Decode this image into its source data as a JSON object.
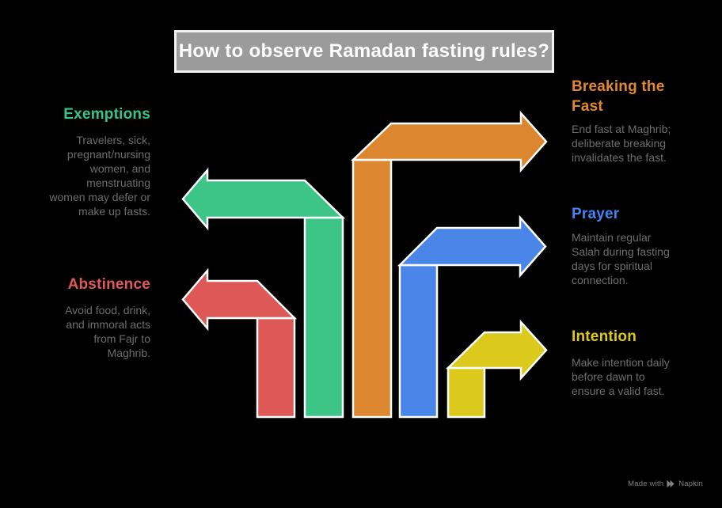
{
  "background": "#000000",
  "title_box": {
    "text": "How to observe Ramadan fasting rules?",
    "background": "#9B9B9B",
    "border_color": "#F0F0F0",
    "text_color": "#FFFFFF"
  },
  "body_text_color": "#6E6E6E",
  "sections": {
    "left": [
      {
        "id": "exemptions",
        "heading": "Exemptions",
        "color": "#35C489",
        "description_lines": [
          "Travelers, sick,",
          "pregnant/nursing",
          "women, and",
          "menstruating",
          "women may defer or",
          "make up fasts."
        ]
      },
      {
        "id": "abstinence",
        "heading": "Abstinence",
        "color": "#E05858",
        "description_lines": [
          "Avoid food, drink,",
          "and immoral acts",
          "from Fajr to",
          "Maghrib."
        ]
      }
    ],
    "right": [
      {
        "id": "breaking-the-fast",
        "heading": "Breaking the Fast",
        "color": "#E2882E",
        "description_lines": [
          "End fast at Maghrib;",
          "deliberate breaking",
          "invalidates the fast."
        ]
      },
      {
        "id": "prayer",
        "heading": "Prayer",
        "color": "#4285F4",
        "description_lines": [
          "Maintain regular",
          "Salah during fasting",
          "days for spiritual",
          "connection."
        ]
      },
      {
        "id": "intention",
        "heading": "Intention",
        "color": "#DECB15",
        "description_lines": [
          "Make intention daily",
          "before dawn to",
          "ensure a valid fast."
        ]
      }
    ]
  },
  "arrows": {
    "exemptions": {
      "color": "#3DC487"
    },
    "abstinence": {
      "color": "#DF5858"
    },
    "breaking_the_fast": {
      "color": "#DD8630"
    },
    "prayer": {
      "color": "#4A86E8"
    },
    "intention": {
      "color": "#DBC91C"
    }
  },
  "footer": {
    "made_with": "Made with",
    "brand": "Napkin",
    "color": "#828282"
  }
}
